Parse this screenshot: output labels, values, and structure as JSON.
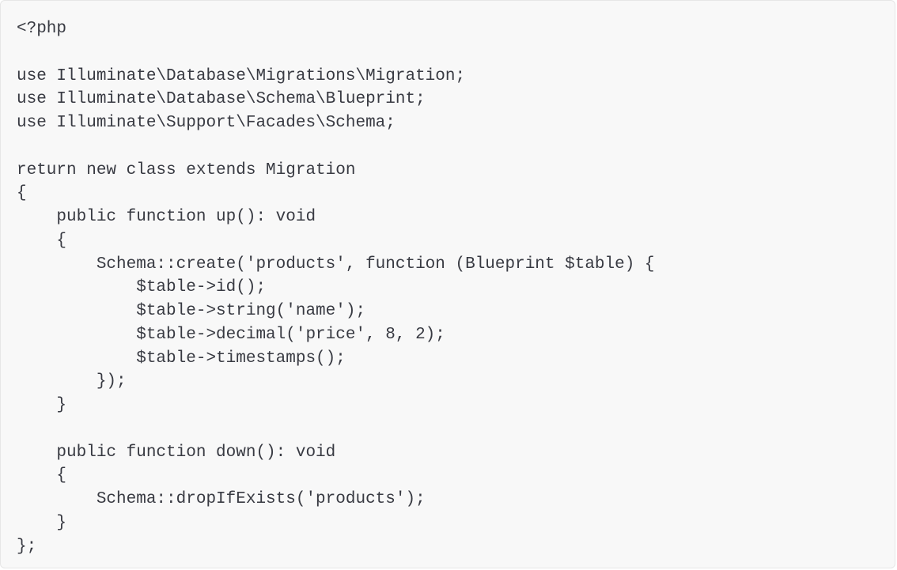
{
  "code_block": {
    "language": "php",
    "lines": [
      "<?php",
      "",
      "use Illuminate\\Database\\Migrations\\Migration;",
      "use Illuminate\\Database\\Schema\\Blueprint;",
      "use Illuminate\\Support\\Facades\\Schema;",
      "",
      "return new class extends Migration",
      "{",
      "    public function up(): void",
      "    {",
      "        Schema::create('products', function (Blueprint $table) {",
      "            $table->id();",
      "            $table->string('name');",
      "            $table->decimal('price', 8, 2);",
      "            $table->timestamps();",
      "        });",
      "    }",
      "",
      "    public function down(): void",
      "    {",
      "        Schema::dropIfExists('products');",
      "    }",
      "};"
    ]
  },
  "colors": {
    "background": "#f8f8f8",
    "border": "#e6e6e6",
    "text": "#383a42"
  }
}
